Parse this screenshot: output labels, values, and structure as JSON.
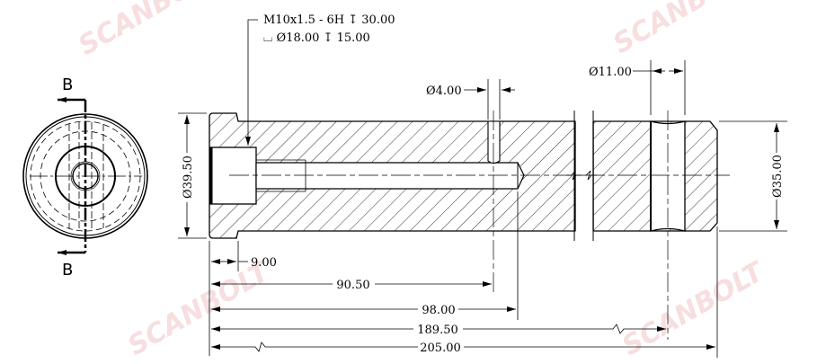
{
  "watermark": "SCANBOLT",
  "section": {
    "label_top": "B",
    "label_bottom": "B"
  },
  "callout": {
    "line1": "M10x1.5 - 6H ↧ 30.00",
    "line2": "⌴ Ø18.00 ↧ 15.00"
  },
  "dimensions": {
    "dia_flange": "Ø39.50",
    "dia_body": "Ø35.00",
    "dia_cross_small": "Ø4.00",
    "dia_cross_large": "Ø11.00",
    "len_flange": "9.00",
    "len_small_hole": "90.50",
    "len_drill": "98.00",
    "len_large_hole": "189.50",
    "len_total": "205.00"
  }
}
